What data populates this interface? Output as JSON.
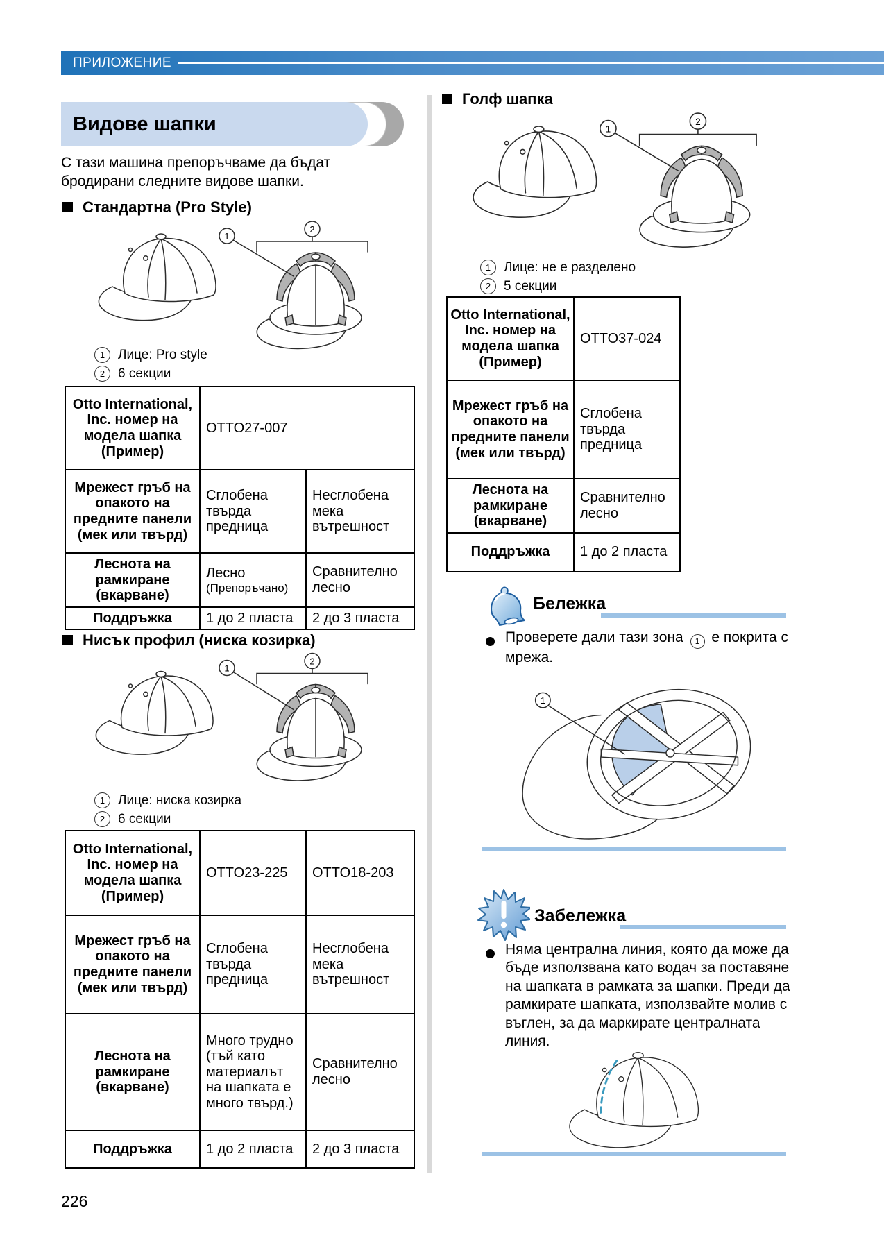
{
  "header": {
    "label": "ПРИЛОЖЕНИЕ"
  },
  "page_title": "Видове шапки",
  "intro": "С тази машина препоръчваме да бъдат бродирани следните видове шапки.",
  "page_number": "226",
  "callout_numbers": {
    "one": "1",
    "two": "2"
  },
  "sections": {
    "standard": {
      "heading": "Стандартна (Pro Style)",
      "caption1": "Лице: Pro style",
      "caption2": "6 секции"
    },
    "low_profile": {
      "heading": "Нисък профил (ниска козирка)",
      "caption1": "Лице: ниска козирка",
      "caption2": "6 секции"
    },
    "golf": {
      "heading": "Голф шапка",
      "caption1": "Лице: не е разделено",
      "caption2": "5 секции"
    }
  },
  "row_labels": {
    "model": "Otto International, Inc. номер на модела шапка (Пример)",
    "mesh": "Мрежест гръб на опакото на предните панели (мек или твърд)",
    "ease": "Леснота на рамкиране (вкарване)",
    "backing": "Поддръжка"
  },
  "tables": {
    "standard": {
      "model": "OTTO27-007",
      "mesh": [
        "Сглобена твърда предница",
        "Несглобена мека вътрешност"
      ],
      "ease": [
        "Лесно",
        "(Препоръчано)",
        "Сравнително лесно"
      ],
      "backing": [
        "1 до 2 пласта",
        "2 до 3 пласта"
      ]
    },
    "low_profile": {
      "model": [
        "OTTO23-225",
        "OTTO18-203"
      ],
      "mesh": [
        "Сглобена твърда предница",
        "Несглобена мека вътрешност"
      ],
      "ease": [
        "Много трудно (тъй като материалът на шапката е много твърд.)",
        "Сравнително лесно"
      ],
      "backing": [
        "1 до 2 пласта",
        "2 до 3 пласта"
      ]
    },
    "golf": {
      "model": "OTTO37-024",
      "mesh": "Сглобена твърда предница",
      "ease": "Сравнително лесно",
      "backing": "1 до 2 пласта"
    }
  },
  "notes": {
    "note": {
      "heading": "Бележка",
      "text_before": "Проверете дали тази зона",
      "text_after": "е покрита с мрежа."
    },
    "caution": {
      "heading": "Забележка",
      "text": "Няма централна линия, която да може да бъде използвана като водач за поставяне на шапката в рамката за шапки. Преди да рамкирате шапката, използвайте молив с въглен, за да маркирате централната линия."
    }
  },
  "colors": {
    "header_blue": "#1f72b8",
    "banner_blue": "#c9d9ee",
    "rule_blue": "#9cc2e5",
    "mesh_area_blue": "#b9cfe9",
    "divider_gray": "#d9d9d9"
  }
}
